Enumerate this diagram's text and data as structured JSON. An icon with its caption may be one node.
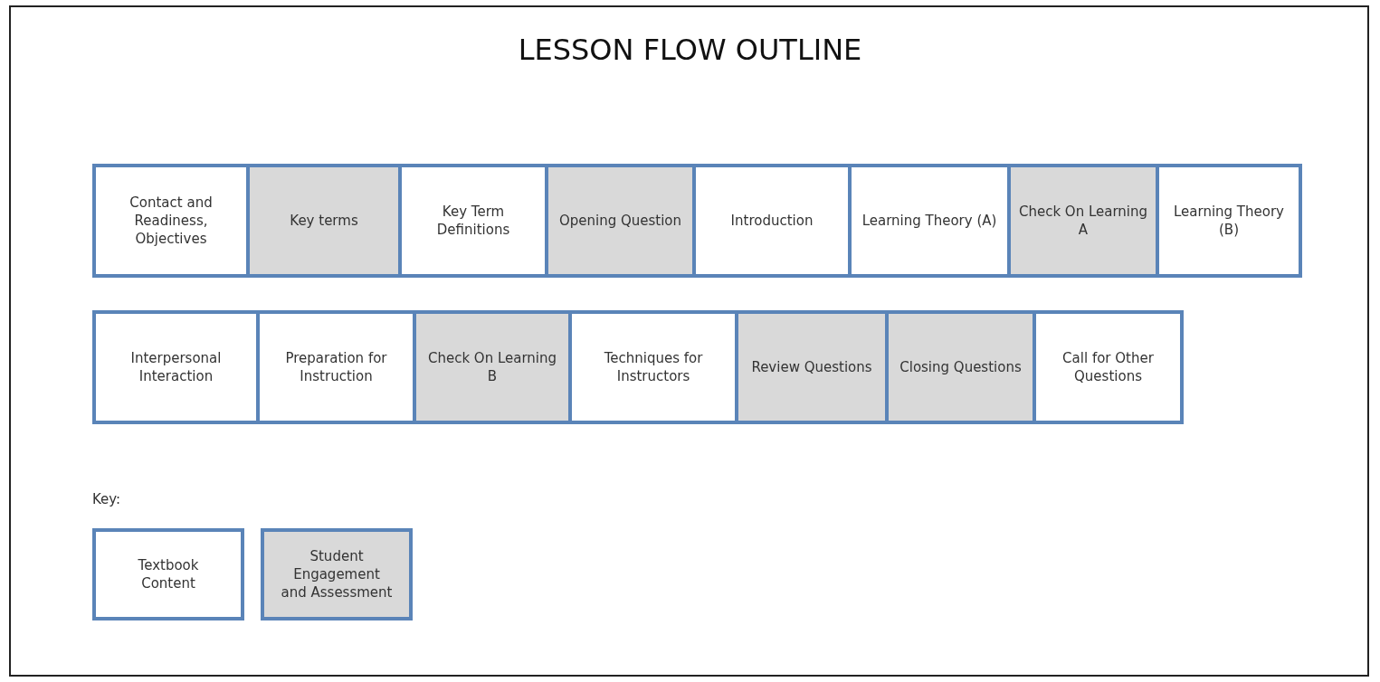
{
  "diagram": {
    "title": "LESSON FLOW OUTLINE",
    "nodes": [
      {
        "text": [
          "Contact and Readiness, Objectives"
        ]
      },
      {
        "text": [
          "Key terms"
        ]
      },
      {
        "text": [
          "Key Term Definitions"
        ]
      },
      {
        "text": [
          "Opening Question"
        ]
      },
      {
        "text": [
          "Introduction"
        ]
      },
      {
        "text": [
          "Learning Theory (A)"
        ]
      },
      {
        "text": [
          "Check On Learning A"
        ]
      },
      {
        "text": [
          "Learning Theory (B)"
        ]
      },
      {
        "text": [
          "Interpersonal Interaction"
        ]
      },
      {
        "text": [
          "Preparation for Instruction"
        ]
      },
      {
        "text": [
          "Check On Learning B"
        ]
      },
      {
        "text": [
          "Techniques for Instructors"
        ]
      },
      {
        "text": [
          "Review Questions"
        ]
      },
      {
        "text": [
          "Closing Questions"
        ]
      },
      {
        "text": [
          "Call for Other Questions"
        ]
      }
    ],
    "labels": [
      "Key:"
    ],
    "legend": [
      {
        "text": "Textbook Content",
        "color": "#ffffff"
      },
      {
        "text": "Student Engagement and Assessment",
        "color": "#d9d9d9"
      }
    ]
  }
}
